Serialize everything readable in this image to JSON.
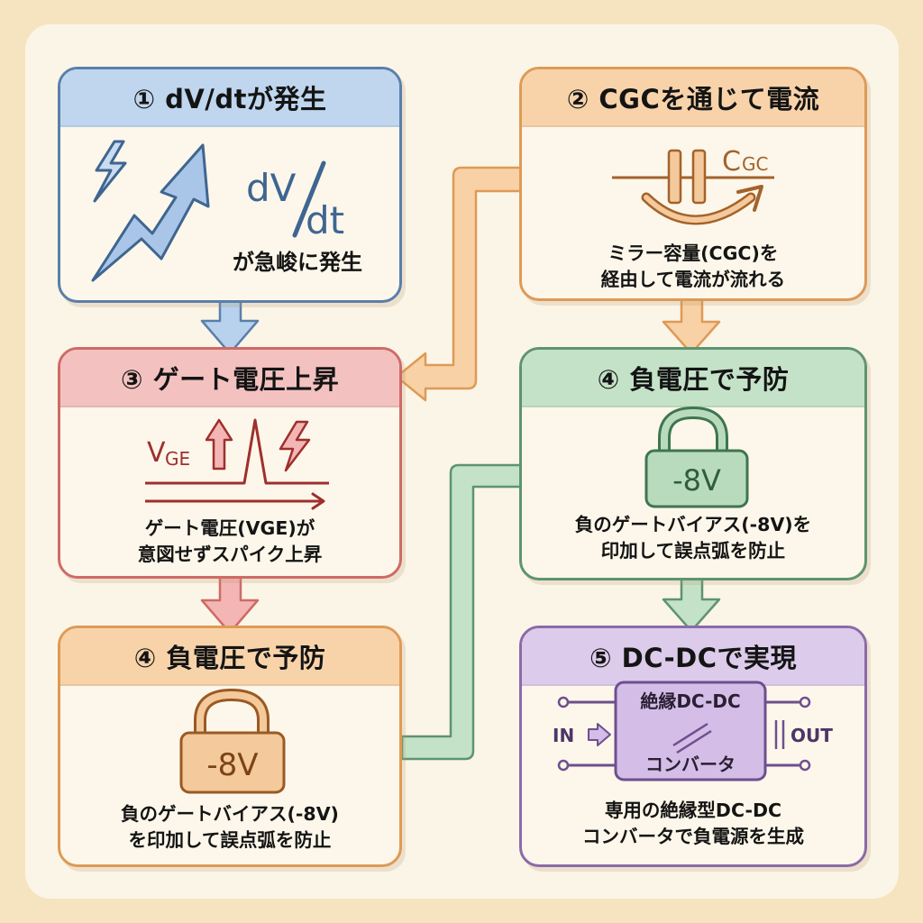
{
  "steps": {
    "step1": {
      "title": "① dV/dtが発生",
      "icon": "rising-arrow-lightning-icon",
      "formula_num": "dV",
      "formula_den": "dt",
      "caption": "が急峻に発生",
      "color": "#5a7faa"
    },
    "step2": {
      "title": "② CGCを通じて電流",
      "icon": "capacitor-icon",
      "cap_label_main": "C",
      "cap_label_sub": "GC",
      "desc_line1": "ミラー容量(CGC)を",
      "desc_line2": "経由して電流が流れる",
      "color": "#de9a55"
    },
    "step3": {
      "title": "③ ゲート電圧上昇",
      "icon": "voltage-spike-icon",
      "v_main": "V",
      "v_sub": "GE",
      "desc_line1": "ゲート電圧(VGE)が",
      "desc_line2": "意図せずスパイク上昇",
      "color": "#cf6a66"
    },
    "step4_right": {
      "title": "④ 負電圧で予防",
      "icon": "padlock-icon",
      "lock_label": "-8V",
      "desc_line1": "負のゲートバイアス(-8V)を",
      "desc_line2": "印加して誤点弧を防止",
      "color": "#5e9470"
    },
    "step4_left": {
      "title": "④ 負電圧で予防",
      "icon": "padlock-icon",
      "lock_label": "-8V",
      "desc_line1": "負のゲートバイアス(-8V)",
      "desc_line2": "を印加して誤点弧を防止",
      "color": "#de9a55"
    },
    "step5": {
      "title": "⑤ DC-DCで実現",
      "icon": "dcdc-converter-icon",
      "block_line1": "絶縁DC-DC",
      "block_line2": "コンバータ",
      "in_label": "IN",
      "out_label": "OUT",
      "desc_line1": "専用の絶縁型DC-DC",
      "desc_line2": "コンバータで負電源を生成",
      "color": "#8b6aa9"
    }
  },
  "connectors": [
    {
      "from": "step1",
      "to": "step3",
      "color": "#5a7faa"
    },
    {
      "from": "step2",
      "to": "step3",
      "color": "#de9a55"
    },
    {
      "from": "step2",
      "to": "step4_right",
      "color": "#de9a55"
    },
    {
      "from": "step3",
      "to": "step4_left",
      "color": "#cf6a66"
    },
    {
      "from": "step4_left",
      "to": "step4_right",
      "color": "#5e9470"
    },
    {
      "from": "step4_right",
      "to": "step5",
      "color": "#5e9470"
    }
  ]
}
